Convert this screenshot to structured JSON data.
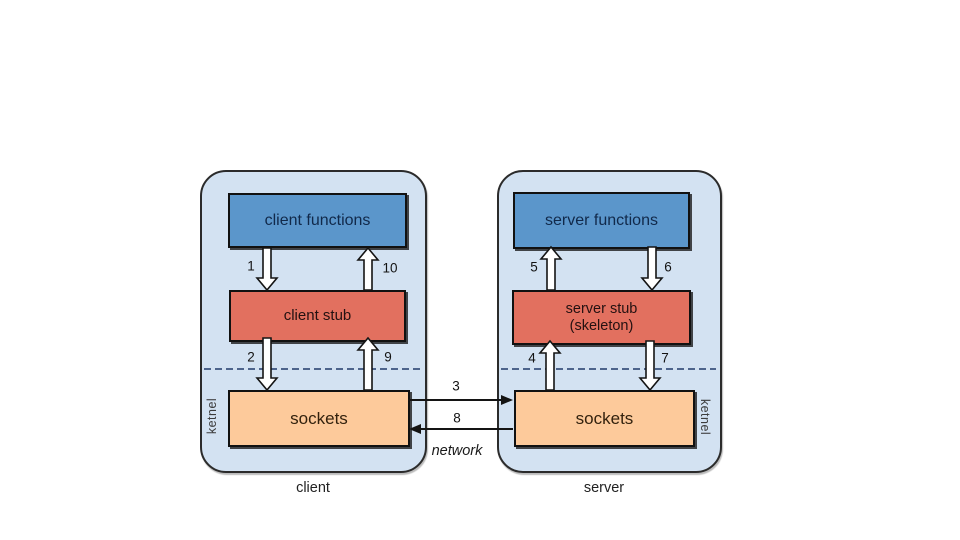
{
  "colors": {
    "container_fill": "#d3e2f2",
    "functions_fill": "#5b96cb",
    "stub_fill": "#e2705f",
    "sockets_fill": "#fdca9b",
    "box_border": "#111111",
    "box_text": "#1c1c2e",
    "dashed_line": "#4d648c",
    "arrow_fill": "#ffffff",
    "arrow_stroke": "#141414"
  },
  "client": {
    "functions_label": "client functions",
    "stub_label": "client stub",
    "sockets_label": "sockets",
    "kernel_label": "ketnel",
    "caption": "client"
  },
  "server": {
    "functions_label": "server functions",
    "stub_label_line1": "server stub",
    "stub_label_line2": "(skeleton)",
    "sockets_label": "sockets",
    "kernel_label": "ketnel",
    "caption": "server"
  },
  "network_label": "network",
  "steps": {
    "s1": "1",
    "s2": "2",
    "s3": "3",
    "s4": "4",
    "s5": "5",
    "s6": "6",
    "s7": "7",
    "s8": "8",
    "s9": "9",
    "s10": "10"
  }
}
